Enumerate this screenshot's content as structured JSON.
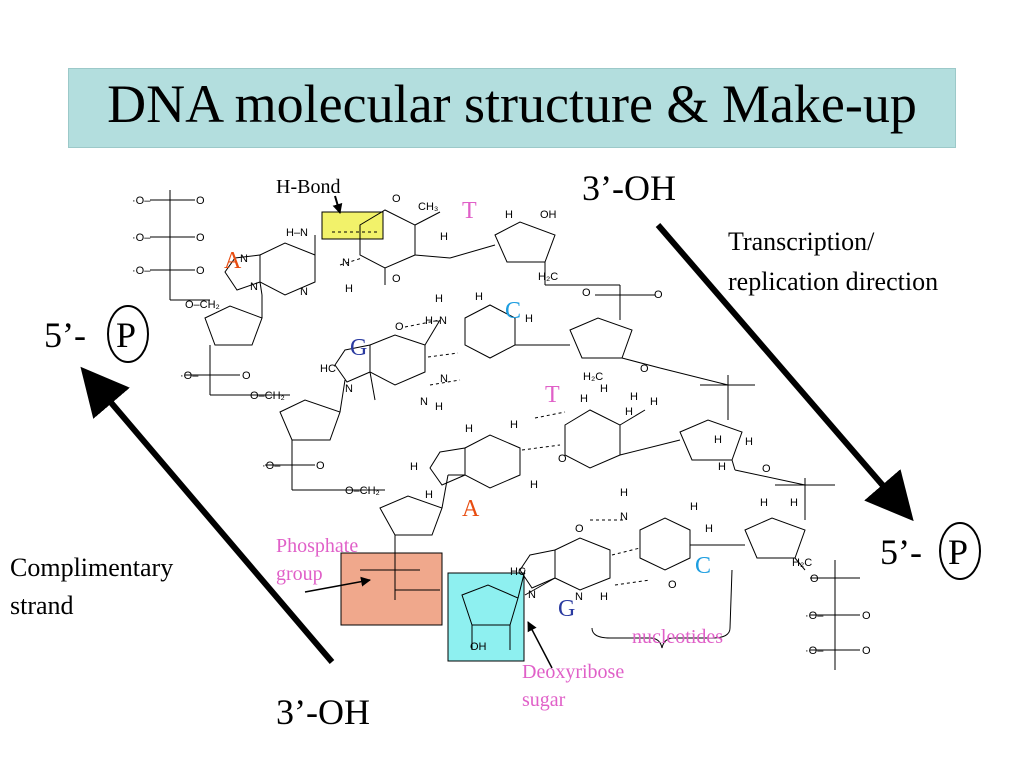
{
  "title": "DNA molecular structure & Make-up",
  "labels": {
    "h_bond": "H-Bond",
    "three_oh_top": "3’-OH",
    "three_oh_bottom": "3’-OH",
    "five_p_left": "5’-",
    "five_p_right": "5’-",
    "p_circle": "P",
    "transcription_line1": "Transcription/",
    "transcription_line2": "replication direction",
    "complimentary_line1": "Complimentary",
    "complimentary_line2": "strand",
    "phosphate_line1": "Phosphate",
    "phosphate_line2": "group",
    "deoxy_line1": "Deoxyribose",
    "deoxy_line2": "sugar",
    "nucleotides": "nucleotides"
  },
  "bases": {
    "t1": "T",
    "a1": "A",
    "c1": "C",
    "g1": "G",
    "t2": "T",
    "a2": "A",
    "c2": "C",
    "g2": "G"
  },
  "colors": {
    "title_bg": "#b3dede",
    "adenine": "#e84c10",
    "thymine": "#e060c8",
    "cytosine": "#1e9ee0",
    "guanine": "#2a3aa0",
    "pink_label": "#e060c8",
    "hbond_box": "#f2f26a",
    "phosphate_box": "#f0a88c",
    "sugar_box": "#8ef0f0"
  }
}
